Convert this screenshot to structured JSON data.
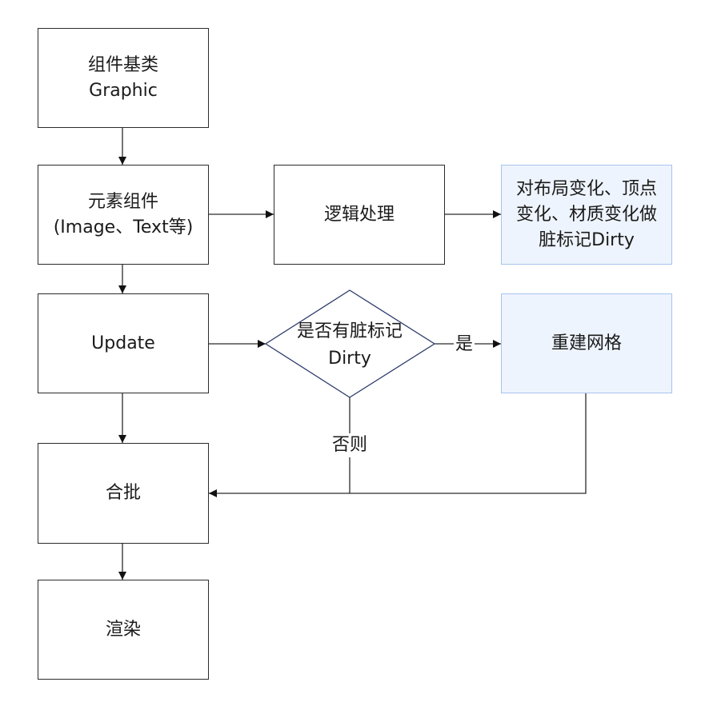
{
  "nodes": {
    "graphic": {
      "line1": "组件基类",
      "line2": "Graphic"
    },
    "elements": {
      "line1": "元素组件",
      "line2": "(Image、Text等)"
    },
    "logic": {
      "label": "逻辑处理"
    },
    "dirty_mark": {
      "line1": "对布局变化、顶点",
      "line2": "变化、材质变化做",
      "line3": "脏标记Dirty"
    },
    "update": {
      "label": "Update"
    },
    "decision": {
      "line1": "是否有脏标记",
      "line2": "Dirty"
    },
    "rebuild": {
      "label": "重建网格"
    },
    "batch": {
      "label": "合批"
    },
    "render": {
      "label": "渲染"
    }
  },
  "edge_labels": {
    "yes": "是",
    "no": "否则"
  },
  "colors": {
    "stroke": "#2b2b2b",
    "highlight_fill": "#eef4fd",
    "highlight_border": "#a7c3ee"
  }
}
